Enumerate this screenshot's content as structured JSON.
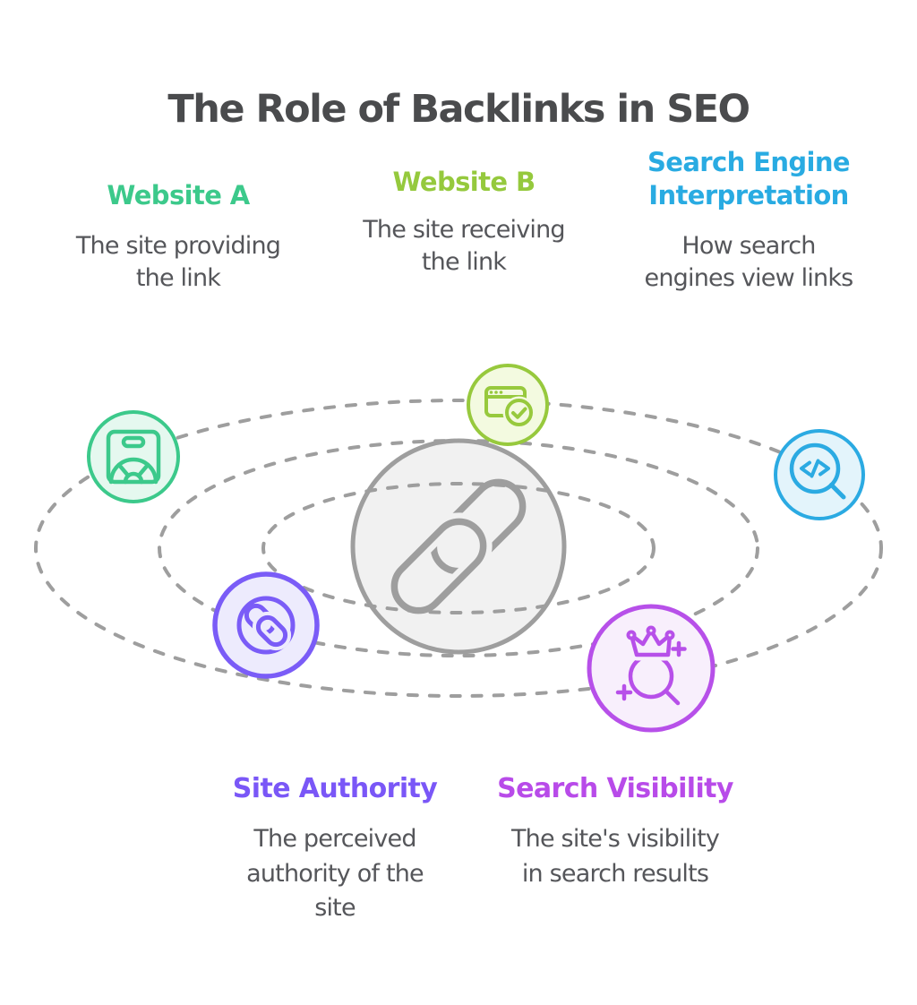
{
  "title": {
    "text": "The Role of Backlinks in SEO",
    "color": "#4A4B4D"
  },
  "top_sections": [
    {
      "heading": "Website A",
      "heading_color": "#3CC98B",
      "description": "The site providing\nthe link"
    },
    {
      "heading": "Website B",
      "heading_color": "#95C93D",
      "description": "The site receiving\nthe link"
    },
    {
      "heading": "Search Engine\nInterpretation",
      "heading_color": "#29ABE2",
      "description": "How search\nengines view links"
    }
  ],
  "bottom_sections": [
    {
      "heading": "Site Authority",
      "heading_color": "#7A57F7",
      "description": "The perceived\nauthority of the\nsite"
    },
    {
      "heading": "Search Visibility",
      "heading_color": "#B84BE9",
      "description": "The site's visibility\nin search results"
    }
  ],
  "body_text_color": "#55565A",
  "diagram": {
    "orbit_color": "#9E9E9E",
    "orbit_count": 3,
    "center_node": {
      "icon": "chain-link-icon",
      "fill": "#F1F1F1",
      "stroke": "#9E9E9E"
    },
    "nodes": [
      {
        "id": "website-a",
        "icon": "storefront-gauge-icon",
        "stroke": "#3CC98B",
        "fill": "#E5F8EF"
      },
      {
        "id": "website-b",
        "icon": "browser-check-icon",
        "stroke": "#97C93D",
        "fill": "#F3FAE0"
      },
      {
        "id": "search-engine-interpretation",
        "icon": "code-magnifier-icon",
        "stroke": "#2BAAE2",
        "fill": "#E3F4FB"
      },
      {
        "id": "site-authority",
        "icon": "interlocked-links-icon",
        "stroke": "#7A5CF7",
        "fill": "#EDEBFD"
      },
      {
        "id": "search-visibility",
        "icon": "crown-magnifier-icon",
        "stroke": "#B750E9",
        "fill": "#F8EFFC"
      }
    ]
  }
}
